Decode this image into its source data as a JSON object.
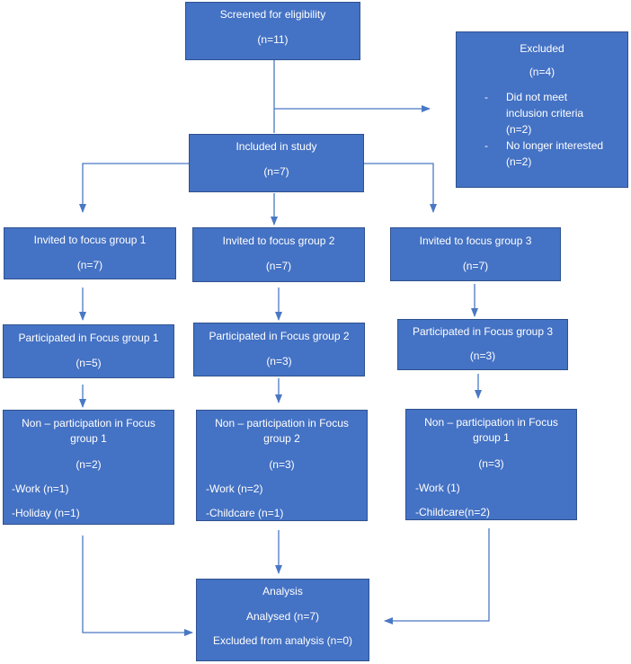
{
  "flowchart": {
    "screened": {
      "title": "Screened for eligibility",
      "count": "(n=11)"
    },
    "excluded": {
      "title": "Excluded",
      "count": "(n=4)",
      "reasons": [
        {
          "bullet": "-",
          "lines": [
            "Did not meet",
            "inclusion criteria",
            "(n=2)"
          ]
        },
        {
          "bullet": "-",
          "lines": [
            "No longer interested",
            "(n=2)"
          ]
        }
      ]
    },
    "included": {
      "title": "Included in study",
      "count": "(n=7)"
    },
    "invited": [
      {
        "title": "Invited  to focus group 1",
        "count": "(n=7)"
      },
      {
        "title": "Invited to focus group 2",
        "count": "(n=7)"
      },
      {
        "title": "Invited to focus group 3",
        "count": "(n=7)"
      }
    ],
    "participated": [
      {
        "title": "Participated in Focus group 1",
        "count": "(n=5)"
      },
      {
        "title": "Participated in Focus group 2",
        "count": "(n=3)"
      },
      {
        "title": "Participated in Focus group 3",
        "count": "(n=3)"
      }
    ],
    "non_participation": [
      {
        "title_lines": [
          "Non – participation in Focus",
          "group 1"
        ],
        "count": "(n=2)",
        "reasons": [
          "-Work (n=1)",
          "-Holiday (n=1)"
        ]
      },
      {
        "title_lines": [
          "Non – participation in Focus",
          "group 2"
        ],
        "count": "(n=3)",
        "reasons": [
          "-Work (n=2)",
          "-Childcare (n=1)"
        ]
      },
      {
        "title_lines": [
          "Non – participation in Focus",
          "group 1"
        ],
        "count": "(n=3)",
        "reasons": [
          "-Work (1)",
          "-Childcare(n=2)"
        ]
      }
    ],
    "analysis": {
      "title": "Analysis",
      "analysed": "Analysed (n=7)",
      "excluded": "Excluded from analysis (n=0)"
    }
  },
  "colors": {
    "box_fill": "#4472c4",
    "box_border": "#2f528f",
    "text": "#ffffff",
    "connector": "#4a78c4"
  }
}
